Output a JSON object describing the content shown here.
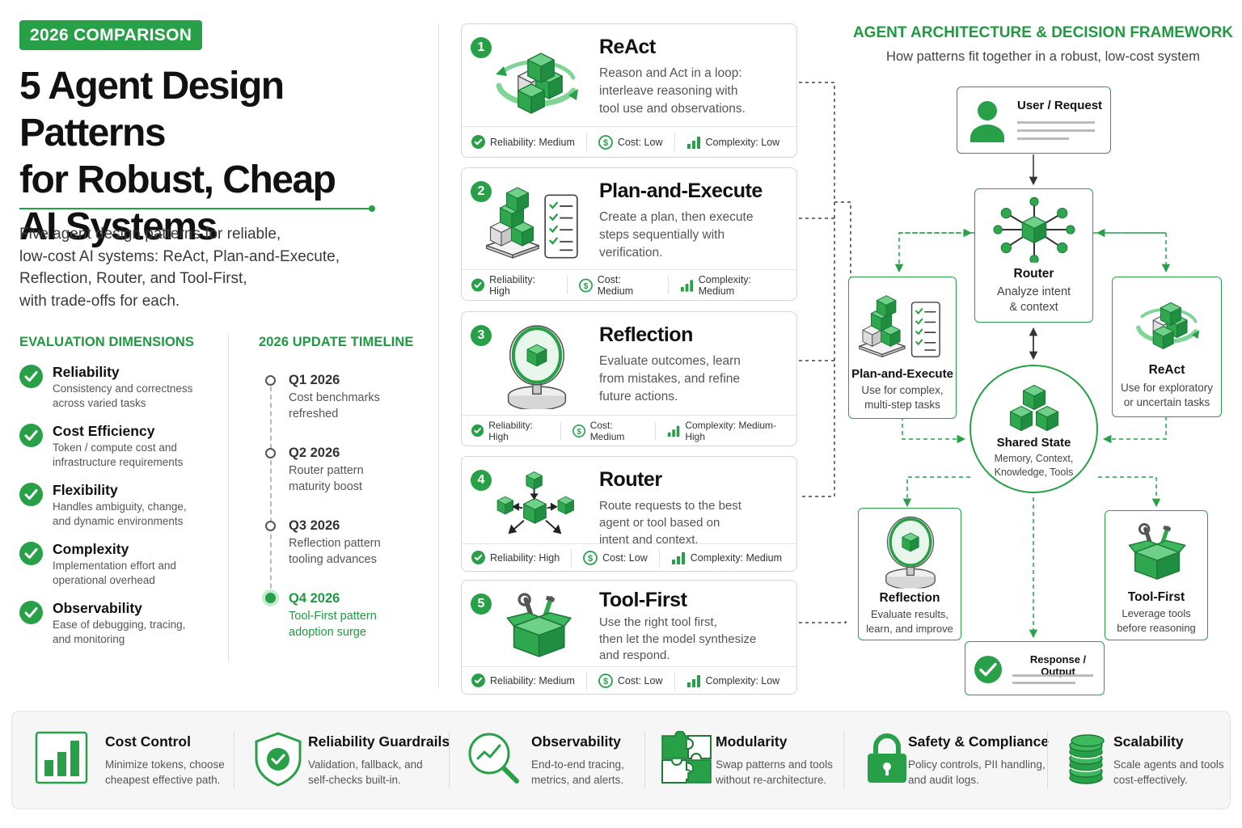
{
  "badge": "2026 COMPARISON",
  "title_lines": [
    "5 Agent Design Patterns",
    "for Robust, Cheap",
    "AI Systems"
  ],
  "intro_lines": [
    "Five agent design patterns for reliable,",
    "low-cost AI systems: ReAct, Plan-and-Execute,",
    "Reflection, Router, and Tool-First,",
    "with trade-offs for each."
  ],
  "dimensions": {
    "heading": "EVALUATION DIMENSIONS",
    "items": [
      {
        "title": "Reliability",
        "desc": [
          "Consistency and correctness",
          "across varied tasks"
        ]
      },
      {
        "title": "Cost Efficiency",
        "desc": [
          "Token / compute cost and",
          "infrastructure requirements"
        ]
      },
      {
        "title": "Flexibility",
        "desc": [
          "Handles ambiguity, change,",
          "and dynamic environments"
        ]
      },
      {
        "title": "Complexity",
        "desc": [
          "Implementation effort and",
          "operational overhead"
        ]
      },
      {
        "title": "Observability",
        "desc": [
          "Ease of debugging, tracing,",
          "and monitoring"
        ]
      }
    ]
  },
  "timeline": {
    "heading": "2026 UPDATE TIMELINE",
    "items": [
      {
        "quarter": "Q1 2026",
        "desc": [
          "Cost benchmarks",
          "refreshed"
        ],
        "active": false
      },
      {
        "quarter": "Q2 2026",
        "desc": [
          "Router pattern",
          "maturity boost"
        ],
        "active": false
      },
      {
        "quarter": "Q3 2026",
        "desc": [
          "Reflection pattern",
          "tooling advances"
        ],
        "active": false
      },
      {
        "quarter": "Q4 2026",
        "desc": [
          "Tool-First pattern",
          "adoption surge"
        ],
        "active": true
      }
    ]
  },
  "patterns": [
    {
      "num": "1",
      "title": "ReAct",
      "desc": [
        "Reason and Act in a loop:",
        "interleave reasoning with",
        "tool use and observations."
      ],
      "reliability": "Reliability: Medium",
      "cost": "Cost: Low",
      "complexity": "Complexity: Low"
    },
    {
      "num": "2",
      "title": "Plan-and-Execute",
      "desc": [
        "Create a plan, then execute",
        "steps sequentially with",
        "verification."
      ],
      "reliability": "Reliability: High",
      "cost": "Cost: Medium",
      "complexity": "Complexity: Medium"
    },
    {
      "num": "3",
      "title": "Reflection",
      "desc": [
        "Evaluate outcomes, learn",
        "from mistakes, and refine",
        "future actions."
      ],
      "reliability": "Reliability: High",
      "cost": "Cost: Medium",
      "complexity": "Complexity: Medium-High"
    },
    {
      "num": "4",
      "title": "Router",
      "desc": [
        "Route requests to the best",
        "agent or tool based on",
        "intent and context."
      ],
      "reliability": "Reliability: High",
      "cost": "Cost: Low",
      "complexity": "Complexity: Medium"
    },
    {
      "num": "5",
      "title": "Tool-First",
      "desc": [
        "Use the right tool first,",
        "then let the model synthesize",
        "and respond."
      ],
      "reliability": "Reliability: Medium",
      "cost": "Cost: Low",
      "complexity": "Complexity: Low"
    }
  ],
  "architecture": {
    "title": "AGENT ARCHITECTURE & DECISION FRAMEWORK",
    "subtitle": "How patterns fit together in a robust, low-cost system",
    "user": "User / Request",
    "router": {
      "title": "Router",
      "desc": [
        "Analyze intent",
        "& context"
      ]
    },
    "plan": {
      "title": "Plan-and-Execute",
      "desc": [
        "Use for complex,",
        "multi-step tasks"
      ]
    },
    "react": {
      "title": "ReAct",
      "desc": [
        "Use for exploratory",
        "or uncertain tasks"
      ]
    },
    "state": {
      "title": "Shared State",
      "desc": [
        "Memory, Context,",
        "Knowledge, Tools"
      ]
    },
    "reflection": {
      "title": "Reflection",
      "desc": [
        "Evaluate results,",
        "learn, and improve"
      ]
    },
    "toolfirst": {
      "title": "Tool-First",
      "desc": [
        "Leverage tools",
        "before reasoning"
      ]
    },
    "output": "Response / Output"
  },
  "features": [
    {
      "title": "Cost Control",
      "desc": [
        "Minimize tokens, choose",
        "cheapest effective path."
      ],
      "icon": "bar-chart-icon"
    },
    {
      "title": "Reliability Guardrails",
      "desc": [
        "Validation, fallback, and",
        "self-checks built-in."
      ],
      "icon": "shield-check-icon"
    },
    {
      "title": "Observability",
      "desc": [
        "End-to-end tracing,",
        "metrics, and alerts."
      ],
      "icon": "magnifier-trend-icon"
    },
    {
      "title": "Modularity",
      "desc": [
        "Swap patterns and tools",
        "without re-architecture."
      ],
      "icon": "puzzle-icon"
    },
    {
      "title": "Safety & Compliance",
      "desc": [
        "Policy controls, PII handling,",
        "and audit logs."
      ],
      "icon": "lock-icon"
    },
    {
      "title": "Scalability",
      "desc": [
        "Scale agents and tools",
        "cost-effectively."
      ],
      "icon": "coin-stack-icon"
    }
  ],
  "colors": {
    "accent": "#27a048",
    "accent_dark": "#1f9a40",
    "accent_light": "#c6ecd0"
  }
}
